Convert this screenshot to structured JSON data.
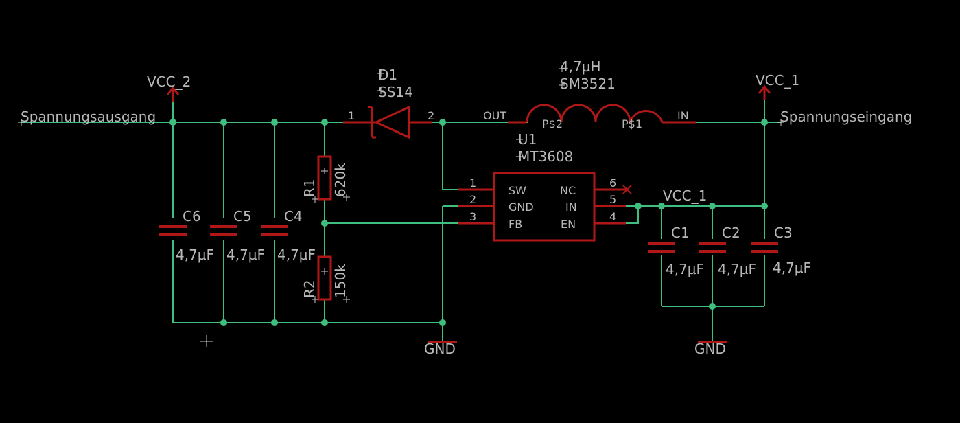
{
  "colors": {
    "background": "#000000",
    "wire": "#3fbf7f",
    "component": "#b01818",
    "label": "#b8b8b8",
    "origin": "#c8c8c8"
  },
  "supply": {
    "vcc2": "VCC_2",
    "vcc1": "VCC_1",
    "vcc1_net": "VCC_1",
    "gnd_left": "GND",
    "gnd_right": "GND"
  },
  "ports": {
    "output": "Spannungsausgang",
    "input": "Spannungseingang"
  },
  "diode": {
    "name": "D1",
    "value": "SS14",
    "pin1": "1",
    "pin2": "2"
  },
  "inductor": {
    "value": "4,7µH",
    "part": "SM3521",
    "out": "OUT",
    "in": "IN",
    "p2": "P$2",
    "p1": "P$1"
  },
  "ic": {
    "name": "U1",
    "part": "MT3608",
    "pins_left": [
      {
        "num": "1",
        "label": "SW"
      },
      {
        "num": "2",
        "label": "GND"
      },
      {
        "num": "3",
        "label": "FB"
      }
    ],
    "pins_right": [
      {
        "num": "6",
        "label": "NC"
      },
      {
        "num": "5",
        "label": "IN"
      },
      {
        "num": "4",
        "label": "EN"
      }
    ]
  },
  "resistors": [
    {
      "name": "R1",
      "value": "620k"
    },
    {
      "name": "R2",
      "value": "150k"
    }
  ],
  "capacitors_left": [
    {
      "name": "C6",
      "value": "4,7µF"
    },
    {
      "name": "C5",
      "value": "4,7µF"
    },
    {
      "name": "C4",
      "value": "4,7µF"
    }
  ],
  "capacitors_right": [
    {
      "name": "C1",
      "value": "4,7µF"
    },
    {
      "name": "C2",
      "value": "4,7µF"
    },
    {
      "name": "C3",
      "value": "4,7µF"
    }
  ]
}
